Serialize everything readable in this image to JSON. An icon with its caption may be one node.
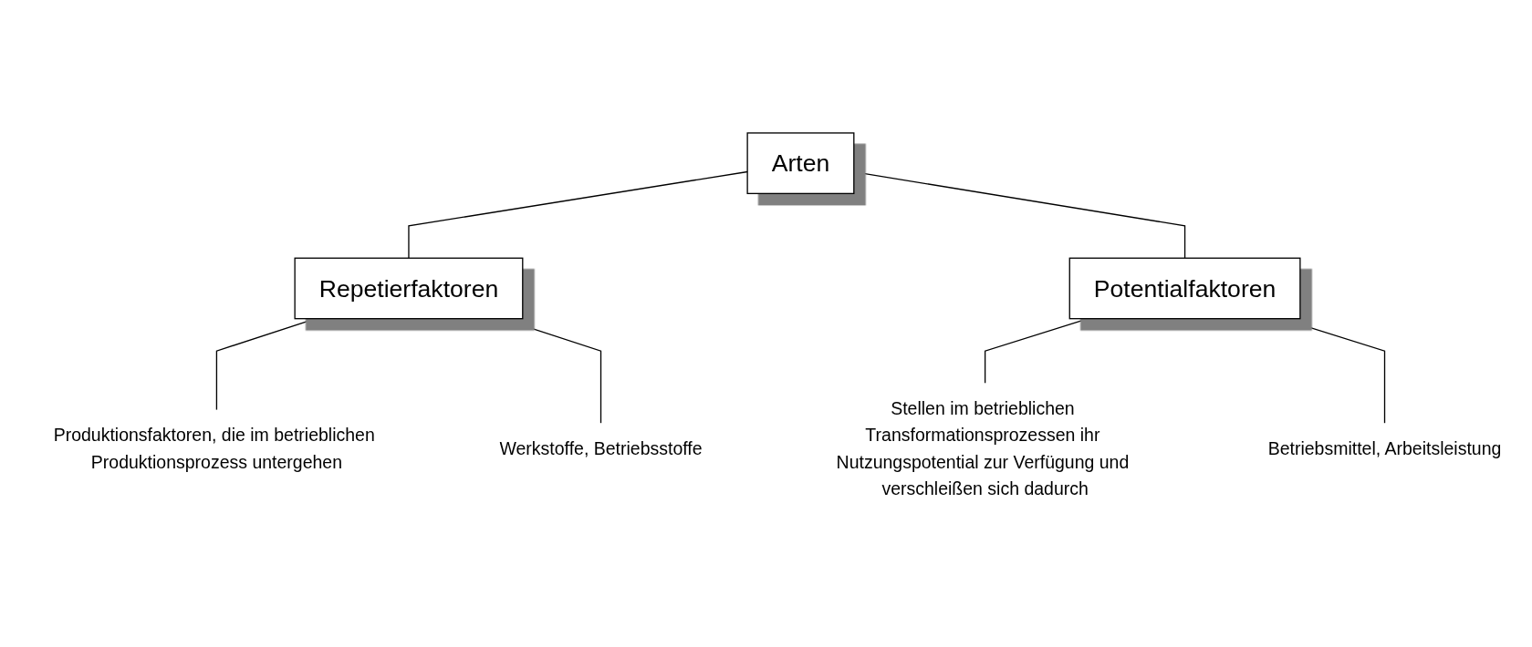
{
  "diagram": {
    "nodes": [
      {
        "text": [
          "Arten"
        ]
      },
      {
        "text": [
          "Repetierfaktoren"
        ]
      },
      {
        "text": [
          "Potentialfaktoren"
        ]
      },
      {
        "text": [
          "Produktionsfaktoren, die im betrieblichen Produktionsprozess untergehen"
        ]
      },
      {
        "text": [
          "Werkstoffe, Betriebsstoffe"
        ]
      },
      {
        "text": [
          "Stellen im betrieblichen Transformationsprozessen ihr Nutzungspotential zur Verfügung und verschleißen sich dadurch"
        ]
      },
      {
        "text": [
          "Betriebsmittel, Arbeitsleistung"
        ]
      }
    ],
    "edges": [
      {
        "from": 0,
        "to": 1,
        "arrow": "none"
      },
      {
        "from": 0,
        "to": 2,
        "arrow": "none"
      },
      {
        "from": 1,
        "to": 3,
        "arrow": "none"
      },
      {
        "from": 1,
        "to": 4,
        "arrow": "none"
      },
      {
        "from": 2,
        "to": 5,
        "arrow": "none"
      },
      {
        "from": 2,
        "to": 6,
        "arrow": "none"
      }
    ]
  }
}
